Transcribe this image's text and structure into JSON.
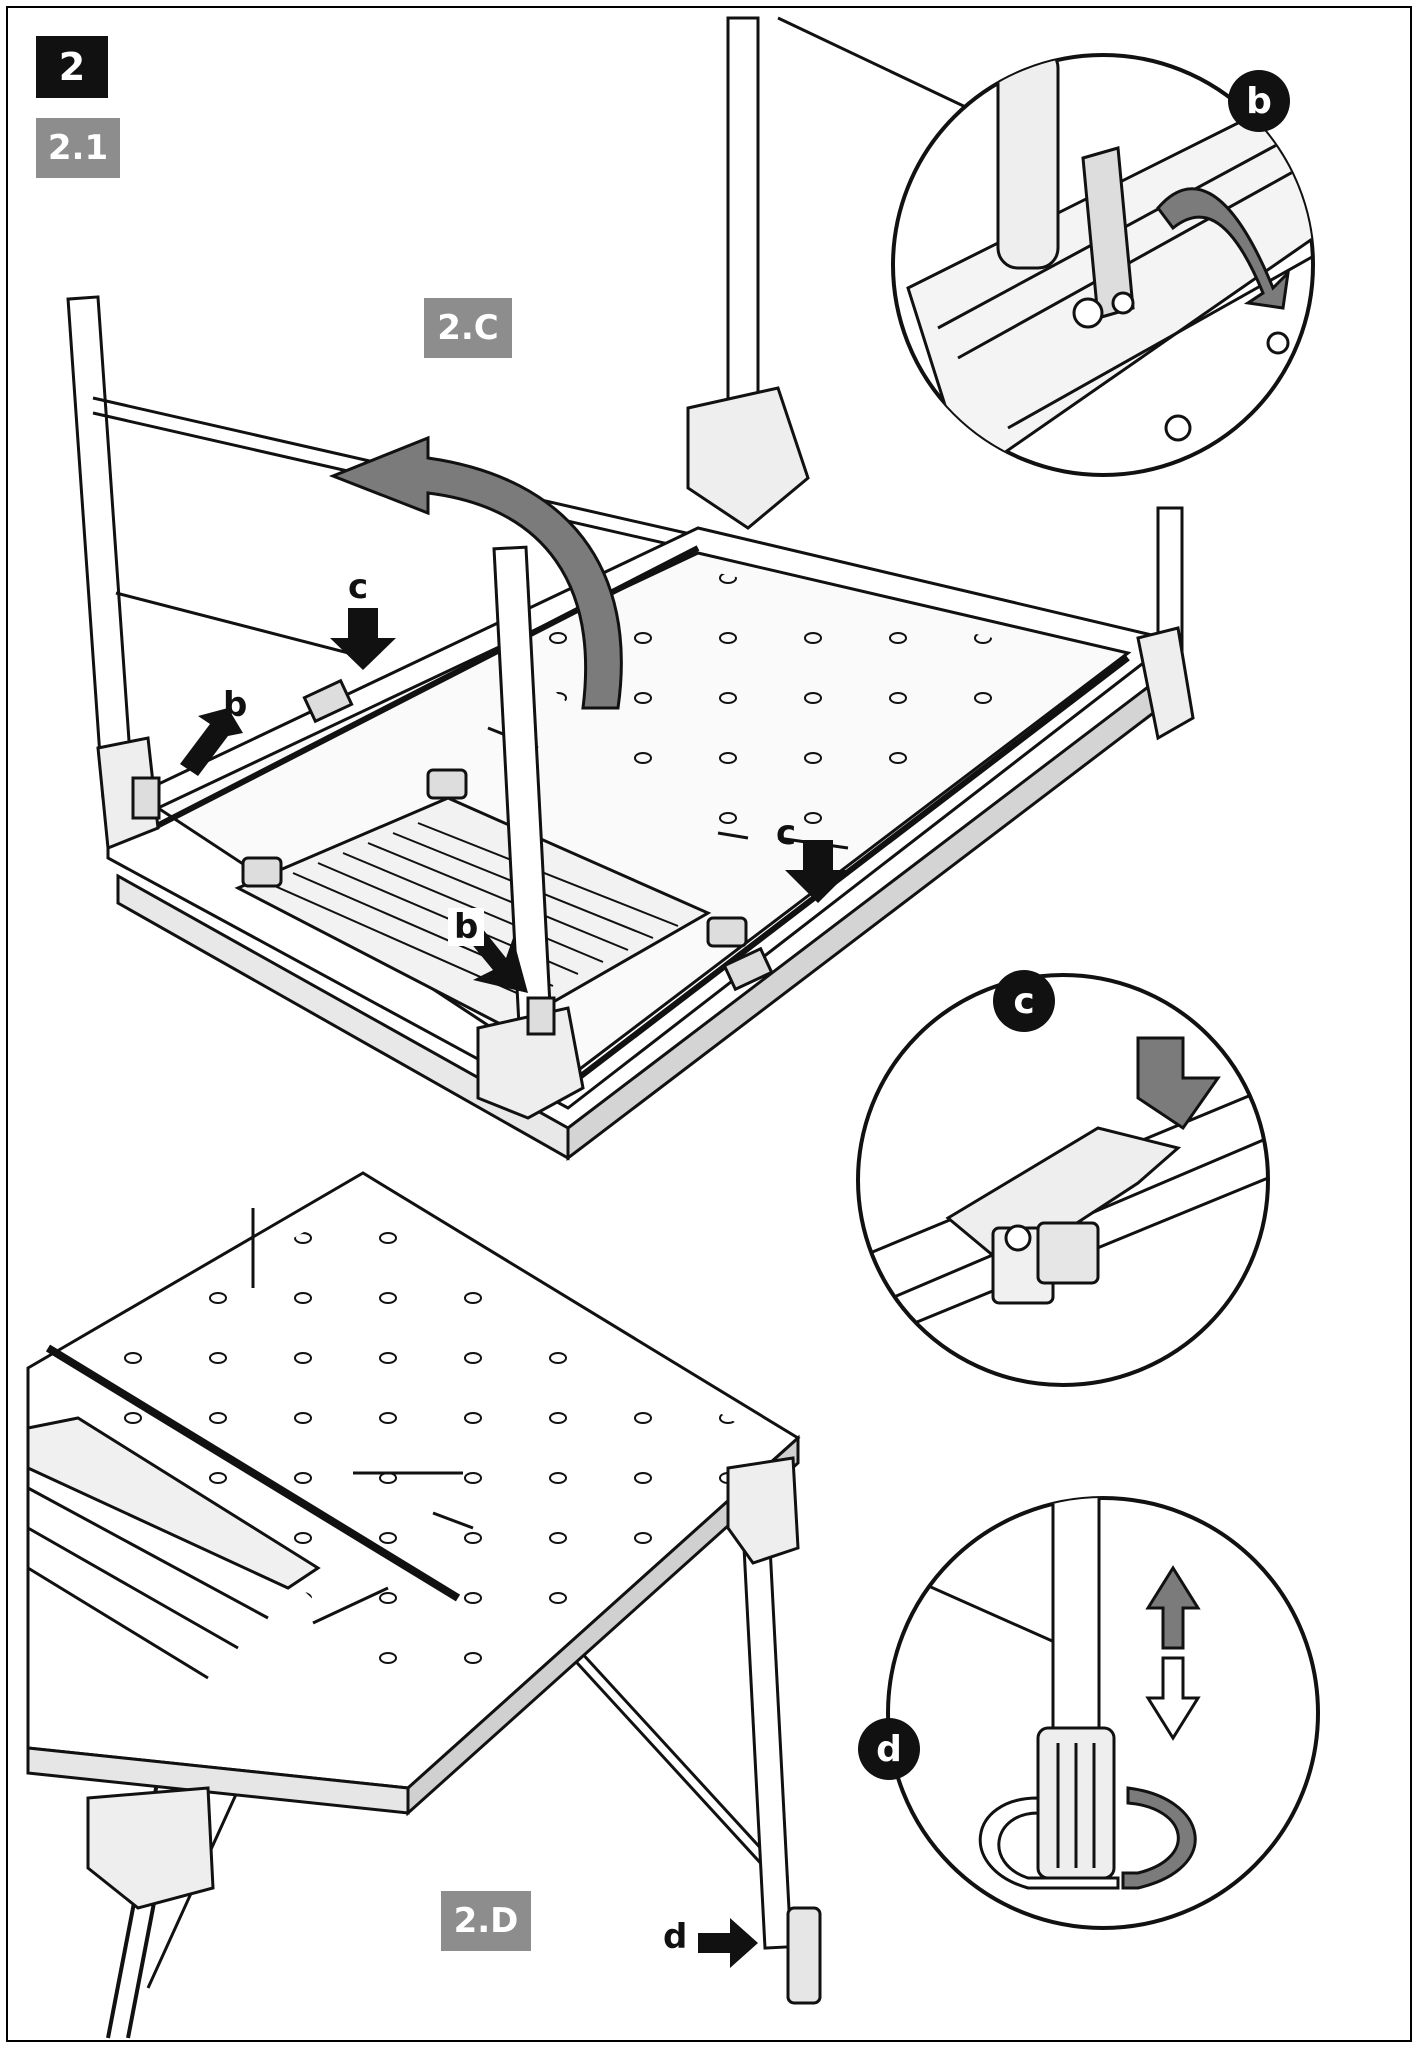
{
  "step": {
    "number": "2",
    "substep": "2.1"
  },
  "figures": {
    "upper": "2.C",
    "lower": "2.D"
  },
  "callouts": {
    "b": "b",
    "c": "c",
    "d": "d"
  },
  "colors": {
    "ink": "#111111",
    "tag_gray": "#8d8d8d",
    "arrow_gray": "#7b7b7b"
  }
}
